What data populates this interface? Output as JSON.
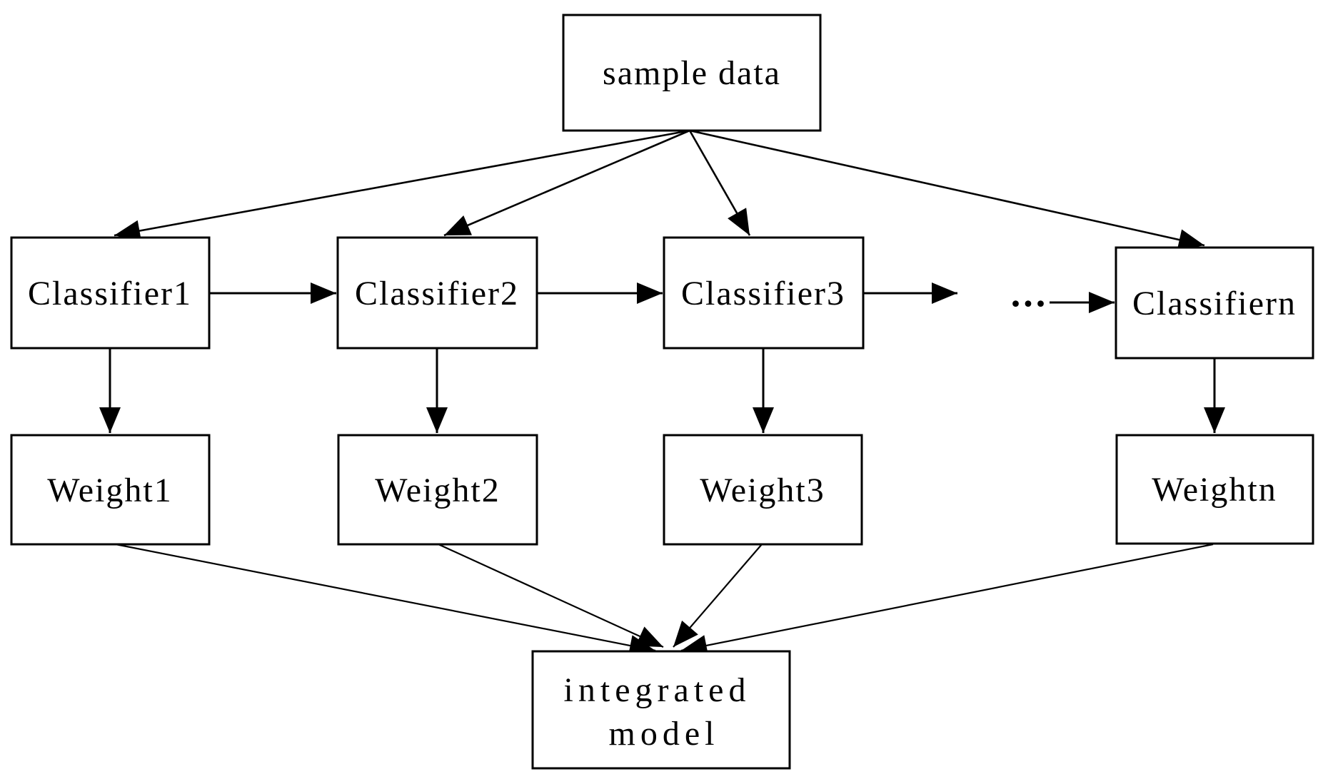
{
  "diagram": {
    "background": "#ffffff",
    "stroke_color": "#000000",
    "nodes": {
      "sample_data": {
        "label": "sample data"
      },
      "classifier1": {
        "label": "Classifier1"
      },
      "classifier2": {
        "label": "Classifier2"
      },
      "classifier3": {
        "label": "Classifier3"
      },
      "classifiern": {
        "label": "Classifiern"
      },
      "weight1": {
        "label": "Weight1"
      },
      "weight2": {
        "label": "Weight2"
      },
      "weight3": {
        "label": "Weight3"
      },
      "weightn": {
        "label": "Weightn"
      },
      "integrated_model": {
        "line1": "integrated",
        "line2": "model"
      }
    },
    "ellipsis": "..."
  }
}
